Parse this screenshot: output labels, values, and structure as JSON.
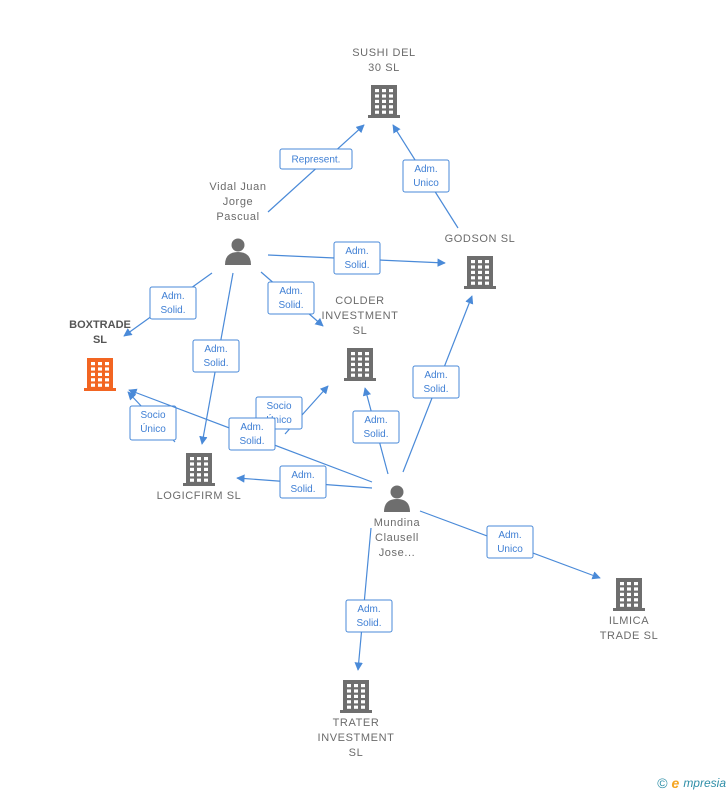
{
  "colors": {
    "company": "#6e6e6e",
    "highlight": "#f26522",
    "person": "#6e6e6e",
    "edge": "#4a8ad8",
    "edge_text": "#3f7fd4"
  },
  "nodes": [
    {
      "id": "sushi",
      "type": "company",
      "lines": [
        "SUSHI DEL",
        "30  SL"
      ]
    },
    {
      "id": "vidal",
      "type": "person",
      "lines": [
        "Vidal Juan",
        "Jorge",
        "Pascual"
      ]
    },
    {
      "id": "godson",
      "type": "company",
      "lines": [
        "GODSON SL"
      ]
    },
    {
      "id": "boxtrade",
      "type": "company",
      "highlight": true,
      "lines": [
        "BOXTRADE",
        "SL"
      ]
    },
    {
      "id": "colder",
      "type": "company",
      "lines": [
        "COLDER",
        "INVESTMENT",
        "SL"
      ]
    },
    {
      "id": "logicfirm",
      "type": "company",
      "lines": [
        "LOGICFIRM  SL"
      ]
    },
    {
      "id": "mundina",
      "type": "person",
      "lines": [
        "Mundina",
        "Clausell",
        "Jose..."
      ]
    },
    {
      "id": "ilmica",
      "type": "company",
      "lines": [
        "ILMICA",
        "TRADE  SL"
      ]
    },
    {
      "id": "trater",
      "type": "company",
      "lines": [
        "TRATER",
        "INVESTMENT",
        "SL"
      ]
    }
  ],
  "edges": [
    {
      "from": "vidal",
      "to": "sushi",
      "label": [
        "Represent."
      ]
    },
    {
      "from": "godson",
      "to": "sushi",
      "label": [
        "Adm.",
        "Unico"
      ]
    },
    {
      "from": "vidal",
      "to": "godson",
      "label": [
        "Adm.",
        "Solid."
      ]
    },
    {
      "from": "vidal",
      "to": "boxtrade",
      "label": [
        "Adm.",
        "Solid."
      ]
    },
    {
      "from": "vidal",
      "to": "colder",
      "label": [
        "Adm.",
        "Solid."
      ]
    },
    {
      "from": "vidal",
      "to": "logicfirm",
      "label": [
        "Adm.",
        "Solid."
      ]
    },
    {
      "from": "mundina",
      "to": "boxtrade",
      "label": [
        "Socio",
        "Único"
      ]
    },
    {
      "from": "mundina",
      "to": "colder",
      "label": [
        "Socio",
        "Único"
      ]
    },
    {
      "from": "mundina",
      "to": "boxtrade",
      "label": [
        "Adm.",
        "Solid."
      ]
    },
    {
      "from": "mundina",
      "to": "colder",
      "label": [
        "Adm.",
        "Solid."
      ]
    },
    {
      "from": "mundina",
      "to": "godson",
      "label": [
        "Adm.",
        "Solid."
      ]
    },
    {
      "from": "mundina",
      "to": "logicfirm",
      "label": [
        "Adm.",
        "Solid."
      ]
    },
    {
      "from": "mundina",
      "to": "ilmica",
      "label": [
        "Adm.",
        "Unico"
      ]
    },
    {
      "from": "mundina",
      "to": "trater",
      "label": [
        "Adm.",
        "Solid."
      ]
    }
  ],
  "footer": {
    "copyright": "©",
    "brand_initial": "e",
    "brand_rest": "mpresia"
  }
}
